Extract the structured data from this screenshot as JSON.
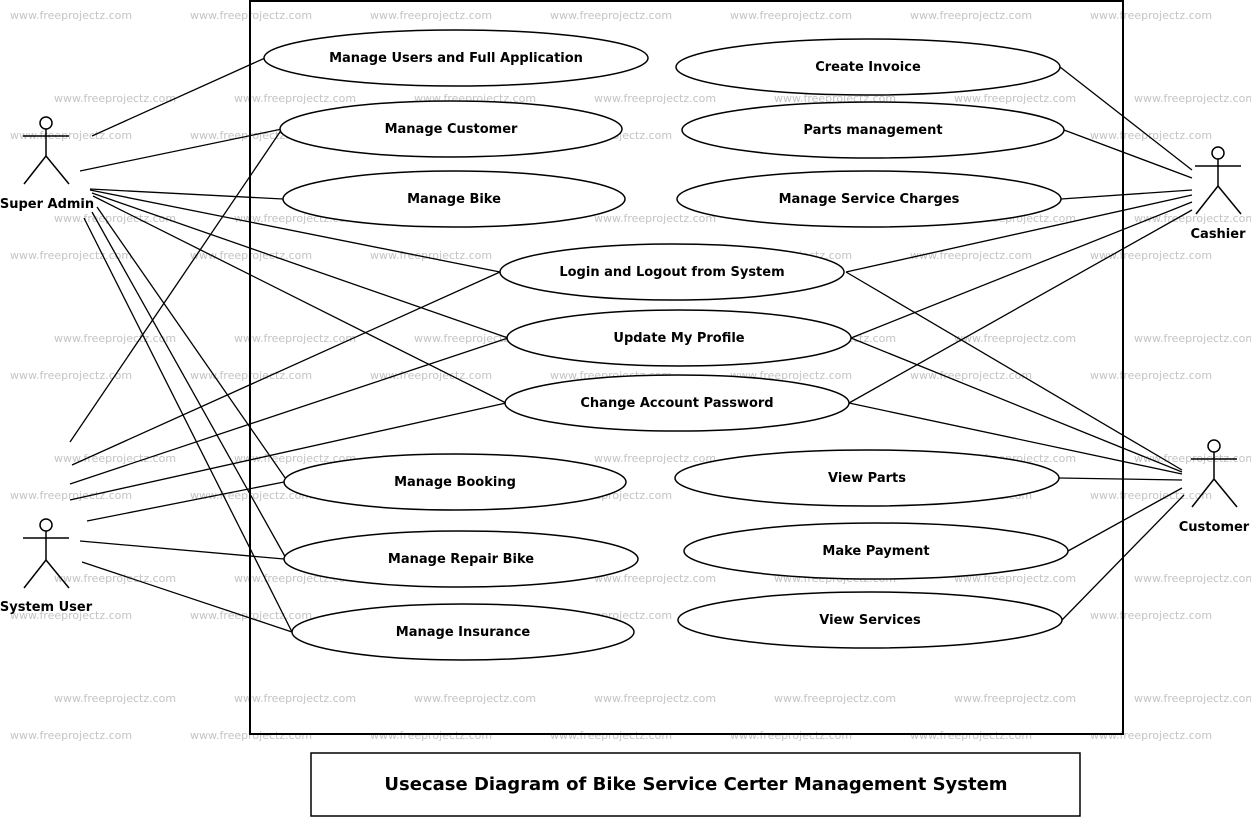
{
  "watermark": "www.freeprojectz.com",
  "caption": "Usecase Diagram of Bike Service Certer Management System",
  "actors": {
    "super_admin": "Super Admin",
    "system_user": "System User",
    "cashier": "Cashier",
    "customer": "Customer"
  },
  "use_cases": {
    "manage_users": "Manage Users and Full Application",
    "manage_customer": "Manage Customer",
    "manage_bike": "Manage Bike",
    "login_logout": "Login and Logout from System",
    "update_profile": "Update My Profile",
    "change_password": "Change Account Password",
    "manage_booking": "Manage Booking",
    "manage_repair_bike": "Manage Repair Bike",
    "manage_insurance": "Manage Insurance",
    "create_invoice": "Create Invoice",
    "parts_management": "Parts management",
    "manage_service_charges": "Manage Service Charges",
    "view_parts": "View Parts",
    "make_payment": "Make Payment",
    "view_services": "View Services"
  }
}
